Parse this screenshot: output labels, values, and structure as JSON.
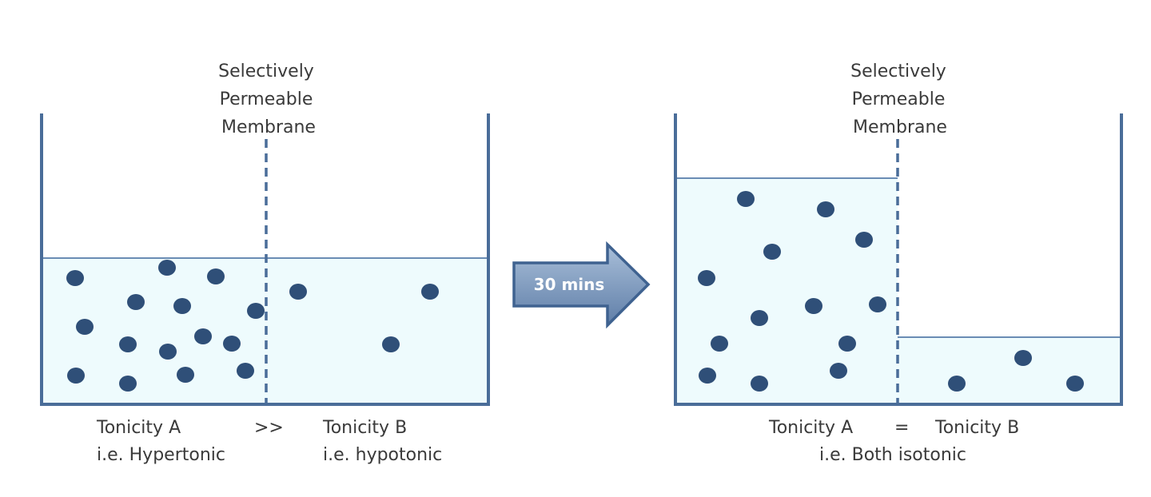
{
  "colors": {
    "outline": "#4a6d99",
    "liquid": "#eefbfd",
    "particle": "#2f4f78",
    "arrow_fill_top": "#a9bfd9",
    "arrow_fill_bottom": "#5f7ea8",
    "text": "#3a3a3a"
  },
  "before": {
    "membrane_label": [
      "Selectively",
      "Permeable",
      "Membrane"
    ],
    "side_a": {
      "label": "Tonicity A",
      "subtitle": "i.e. Hypertonic"
    },
    "comparison": ">>",
    "side_b": {
      "label": "Tonicity B",
      "subtitle": "i.e. hypotonic"
    },
    "particles_a": 15,
    "particles_b": 3
  },
  "transition": {
    "label": "30 mins",
    "icon": "right-arrow-icon"
  },
  "after": {
    "membrane_label": [
      "Selectively",
      "Permeable",
      "Membrane"
    ],
    "side_a": {
      "label": "Tonicity A"
    },
    "comparison": "=",
    "side_b": {
      "label": "Tonicity B"
    },
    "subtitle": "i.e. Both isotonic",
    "particles_a": 13,
    "particles_b": 3
  }
}
